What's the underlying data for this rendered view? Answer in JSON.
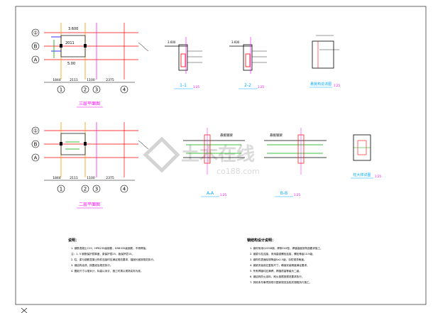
{
  "plans": {
    "plan_top": {
      "caption": "三层平面图",
      "grid_row_labels": [
        "①",
        "B",
        "A"
      ],
      "grid_col_labels": [
        "1",
        "2",
        "3",
        "4"
      ],
      "dims": [
        "1844",
        "2111",
        "1100",
        "2375"
      ],
      "notes": [
        "3.600",
        "2011",
        "5.00"
      ]
    },
    "plan_bottom": {
      "caption": "二层平面图",
      "grid_row_labels": [
        "①",
        "B",
        "A"
      ],
      "grid_col_labels": [
        "1",
        "2",
        "3",
        "4"
      ],
      "dims": [
        "1844",
        "2111",
        "1100",
        "2375"
      ]
    }
  },
  "details": {
    "d1": {
      "caption": "1-1",
      "scale": "1:25",
      "level": "3.600"
    },
    "d2": {
      "caption": "2-2",
      "scale": "1:25",
      "level": "3.600"
    },
    "d3": {
      "caption": "悬挑构造详图",
      "scale": "1:25"
    }
  },
  "sections": {
    "s1": {
      "caption": "A-A",
      "scale": "1:25",
      "label": "悬挑钢梁"
    },
    "s2": {
      "caption": "B-B",
      "scale": "1:25",
      "label": "悬挑钢梁"
    },
    "s3": {
      "caption": "柱大样详图",
      "scale": "1:25"
    }
  },
  "notes_left": {
    "title": "说明：",
    "lines": [
      "1. 钢筋混凝土C25，HPB235级钢筋，HRB335级钢筋，不得焊接。",
      "   注：1. 5 钢筋保护层厚度，梁保护层25，板保护层15。",
      "2. 柱、梁与钢筋混凝土构件连接时应满足规范要求，锚固长度按规范执行。",
      "3. 钢结构油漆，按图纸及规范执行。",
      "4. 图纸尺寸以毫米计，标高以米计，施工时请以现场实际为准。"
    ]
  },
  "notes_right": {
    "title": "钢结构设计说明：",
    "lines": [
      "1. 钢材采用Q235B钢，焊条E43型，焊缝高度按构造要求施工。",
      "2. 钢梁与柱连接，采用高强螺栓连接，螺栓等级10.9级。",
      "3. 钢构件表面除锈等级Sa2.5级，涂防锈漆两道。",
      "4. 钢梁安装前应复核尺寸，确保安装精度满足要求。",
      "5. 所有焊缝均应满焊，焊缝质量等级为二级。",
      "6. 钢结构防火涂料，耐火极限按规范要求执行。",
      "7. 其他未尽事项按现行国家规范及相关规程执行施工。"
    ]
  },
  "watermark": {
    "text": "土木在线",
    "sub": "co188.com"
  },
  "colors": {
    "line": "#000000",
    "grid_red": "#ff0000",
    "grid_orange": "#ff9900",
    "grid_magenta": "#ff00ff",
    "grid_blue": "#0000ff",
    "green": "#00aa00",
    "cyan": "#00aaff",
    "watermark": "#d6d6d6"
  }
}
